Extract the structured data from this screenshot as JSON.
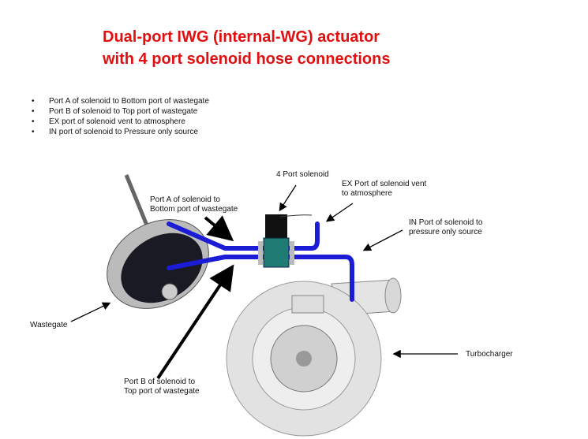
{
  "title": {
    "line1": "Dual-port IWG (internal-WG) actuator",
    "line2": "with 4 port solenoid hose connections"
  },
  "bullets": [
    "Port A of solenoid to Bottom port of wastegate",
    "Port B of solenoid to Top port of wastegate",
    "EX port of solenoid vent to atmosphere",
    "IN port of solenoid to Pressure only source"
  ],
  "labels": {
    "solenoid": "4 Port solenoid",
    "ex_port": [
      "EX Port of solenoid vent",
      "to atmosphere"
    ],
    "port_a": [
      "Port A of solenoid to",
      "Bottom port of wastegate"
    ],
    "in_port": [
      "IN Port of solenoid to",
      "pressure only source"
    ],
    "wastegate": "Wastegate",
    "turbocharger": "Turbocharger",
    "port_b": [
      "Port B of solenoid to",
      "Top port of wastegate"
    ]
  },
  "colors": {
    "title": "#e01010",
    "hose": "#1c1cd6",
    "solenoid_body": "#1f7b73"
  }
}
